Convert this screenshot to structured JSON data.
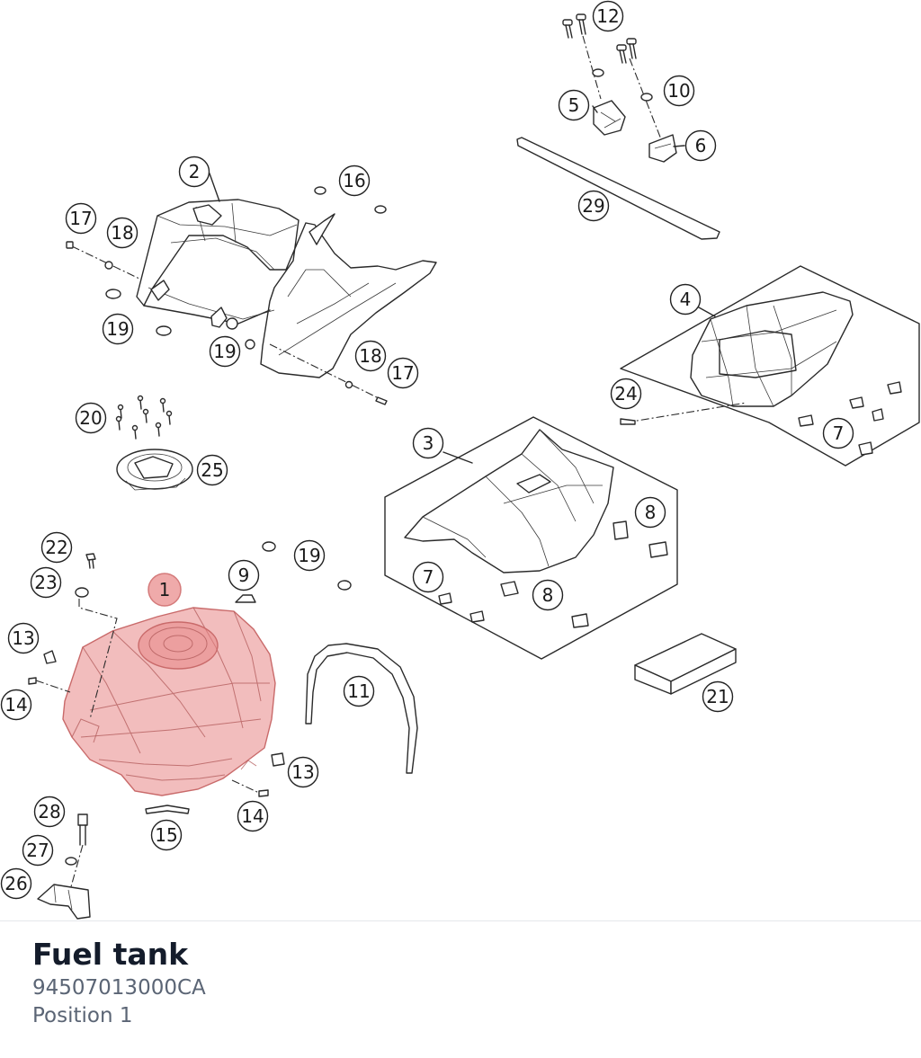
{
  "part": {
    "title": "Fuel tank",
    "number": "94507013000CA",
    "position": "Position 1"
  },
  "colors": {
    "highlight": "#e88686",
    "title": "#141c2b",
    "meta": "#5b6575"
  },
  "callouts": {
    "c1": "1",
    "c2": "2",
    "c3": "3",
    "c4": "4",
    "c5": "5",
    "c6": "6",
    "c7a": "7",
    "c7b": "7",
    "c8a": "8",
    "c8b": "8",
    "c9": "9",
    "c10": "10",
    "c11": "11",
    "c12": "12",
    "c13a": "13",
    "c13b": "13",
    "c14a": "14",
    "c14b": "14",
    "c15": "15",
    "c16": "16",
    "c17a": "17",
    "c17b": "17",
    "c18a": "18",
    "c18b": "18",
    "c19a": "19",
    "c19b": "19",
    "c19c": "19",
    "c20": "20",
    "c21": "21",
    "c22": "22",
    "c23": "23",
    "c24": "24",
    "c25": "25",
    "c26": "26",
    "c27": "27",
    "c28": "28",
    "c29": "29"
  }
}
